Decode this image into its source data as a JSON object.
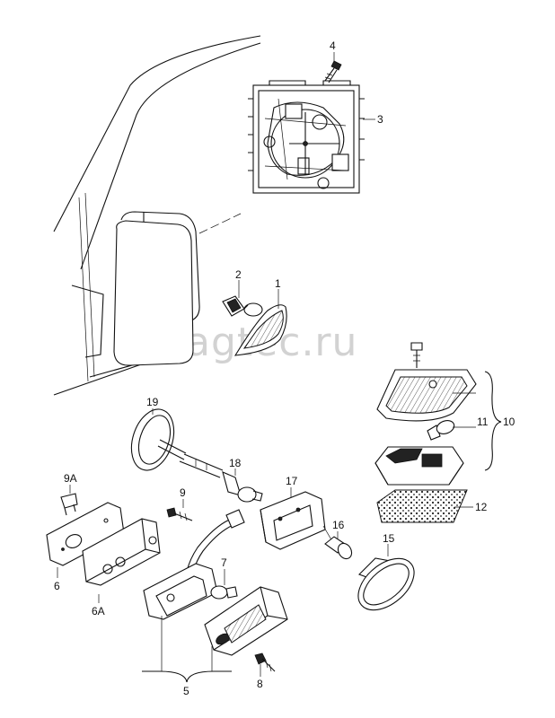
{
  "watermark": "vagtec.ru",
  "callouts": {
    "c1": "1",
    "c2": "2",
    "c3": "3",
    "c4": "4",
    "c5": "5",
    "c6": "6",
    "c6a": "6A",
    "c7": "7",
    "c8": "8",
    "c9": "9",
    "c9a": "9A",
    "c10": "10",
    "c11": "11",
    "c12": "12",
    "c15": "15",
    "c16": "16",
    "c17": "17",
    "c18": "18",
    "c19": "19"
  }
}
